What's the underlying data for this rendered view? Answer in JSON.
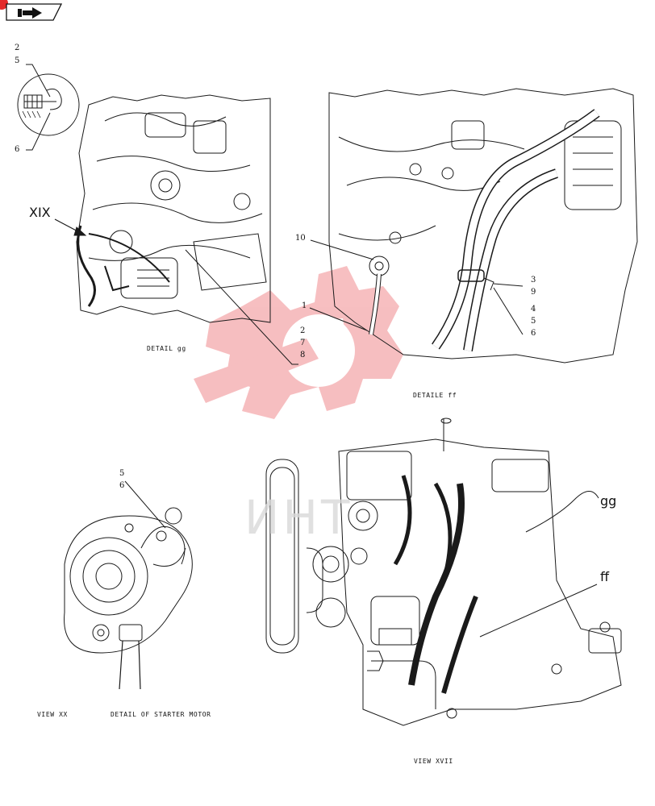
{
  "colors": {
    "line": "#1a1a1a",
    "hatch": "#555555",
    "watermark": "#e8474d",
    "accent": "#e32b2b",
    "watermark_text": "#d0d0d0"
  },
  "toolbar": {
    "icon": "back-arrow-icon"
  },
  "watermark": {
    "text": "ИНТ",
    "logo": "gear-wrench-logo"
  },
  "details": {
    "gg": {
      "caption": "DETAIL gg",
      "view_label": "XIX",
      "callouts": [
        "2",
        "5",
        "6",
        "2",
        "7",
        "8"
      ]
    },
    "ff": {
      "caption": "DETAILE ff",
      "callouts": [
        "10",
        "1",
        "3",
        "9",
        "4",
        "5",
        "6"
      ]
    },
    "starter": {
      "caption_left": "VIEW XX",
      "caption_right": "DETAIL OF STARTER MOTOR",
      "callouts": [
        "5",
        "6"
      ]
    },
    "main": {
      "caption": "VIEW XVII",
      "ref_gg": "gg",
      "ref_ff": "ff"
    }
  }
}
